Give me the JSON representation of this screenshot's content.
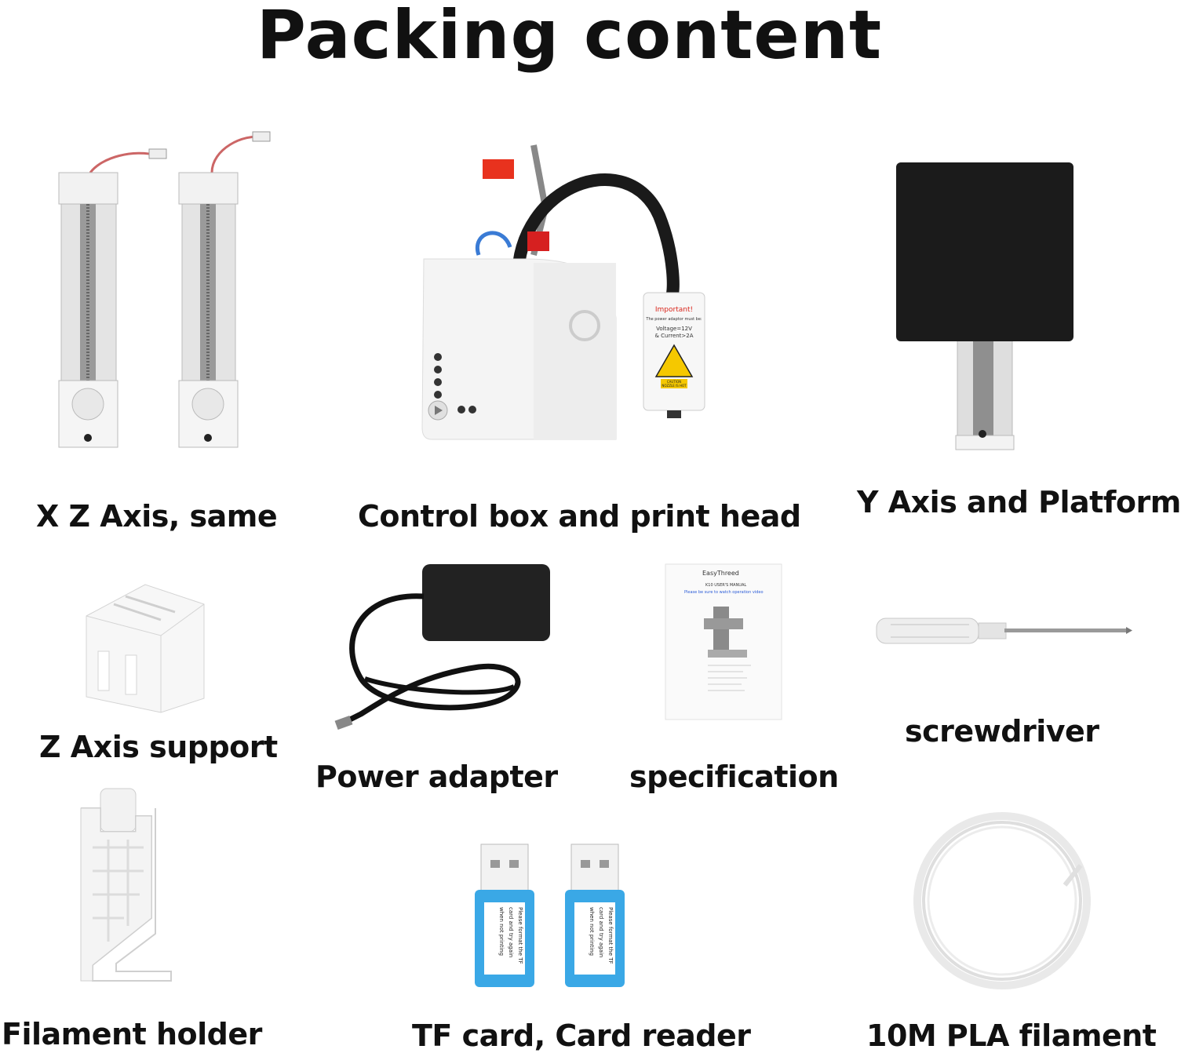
{
  "title": "Packing content",
  "labels": {
    "xz_axis": "X  Z Axis, same",
    "control_box": "Control box and print head",
    "y_axis": "Y Axis and Platform",
    "z_support": "Z Axis support",
    "power_adapter": "Power adapter",
    "specification": "specification",
    "screwdriver": "screwdriver",
    "filament_holder": "Filament holder",
    "tf_card": "TF card, Card reader",
    "pla_filament": "10M PLA filament"
  },
  "print_head_sticker": {
    "heading": "Important!",
    "line1": "The power adaptor must be:",
    "line2": "Voltage=12V",
    "line3": "& Current>2A",
    "caution": "CAUTION",
    "caution2": "NOZZLE IS HOT"
  },
  "manual": {
    "brand": "EasyThreed",
    "model": "K10 USER'S MANUAL",
    "link": "Please be sure to watch operation video"
  },
  "card_reader_text": [
    "Please format the TF",
    "card and try again",
    "when not printing"
  ],
  "colors": {
    "label_text": "#111111",
    "card_reader": "#3aa8e6",
    "platform": "#1b1b1b",
    "sticker_red": "#d9261c",
    "caution_yellow": "#f5c800"
  }
}
